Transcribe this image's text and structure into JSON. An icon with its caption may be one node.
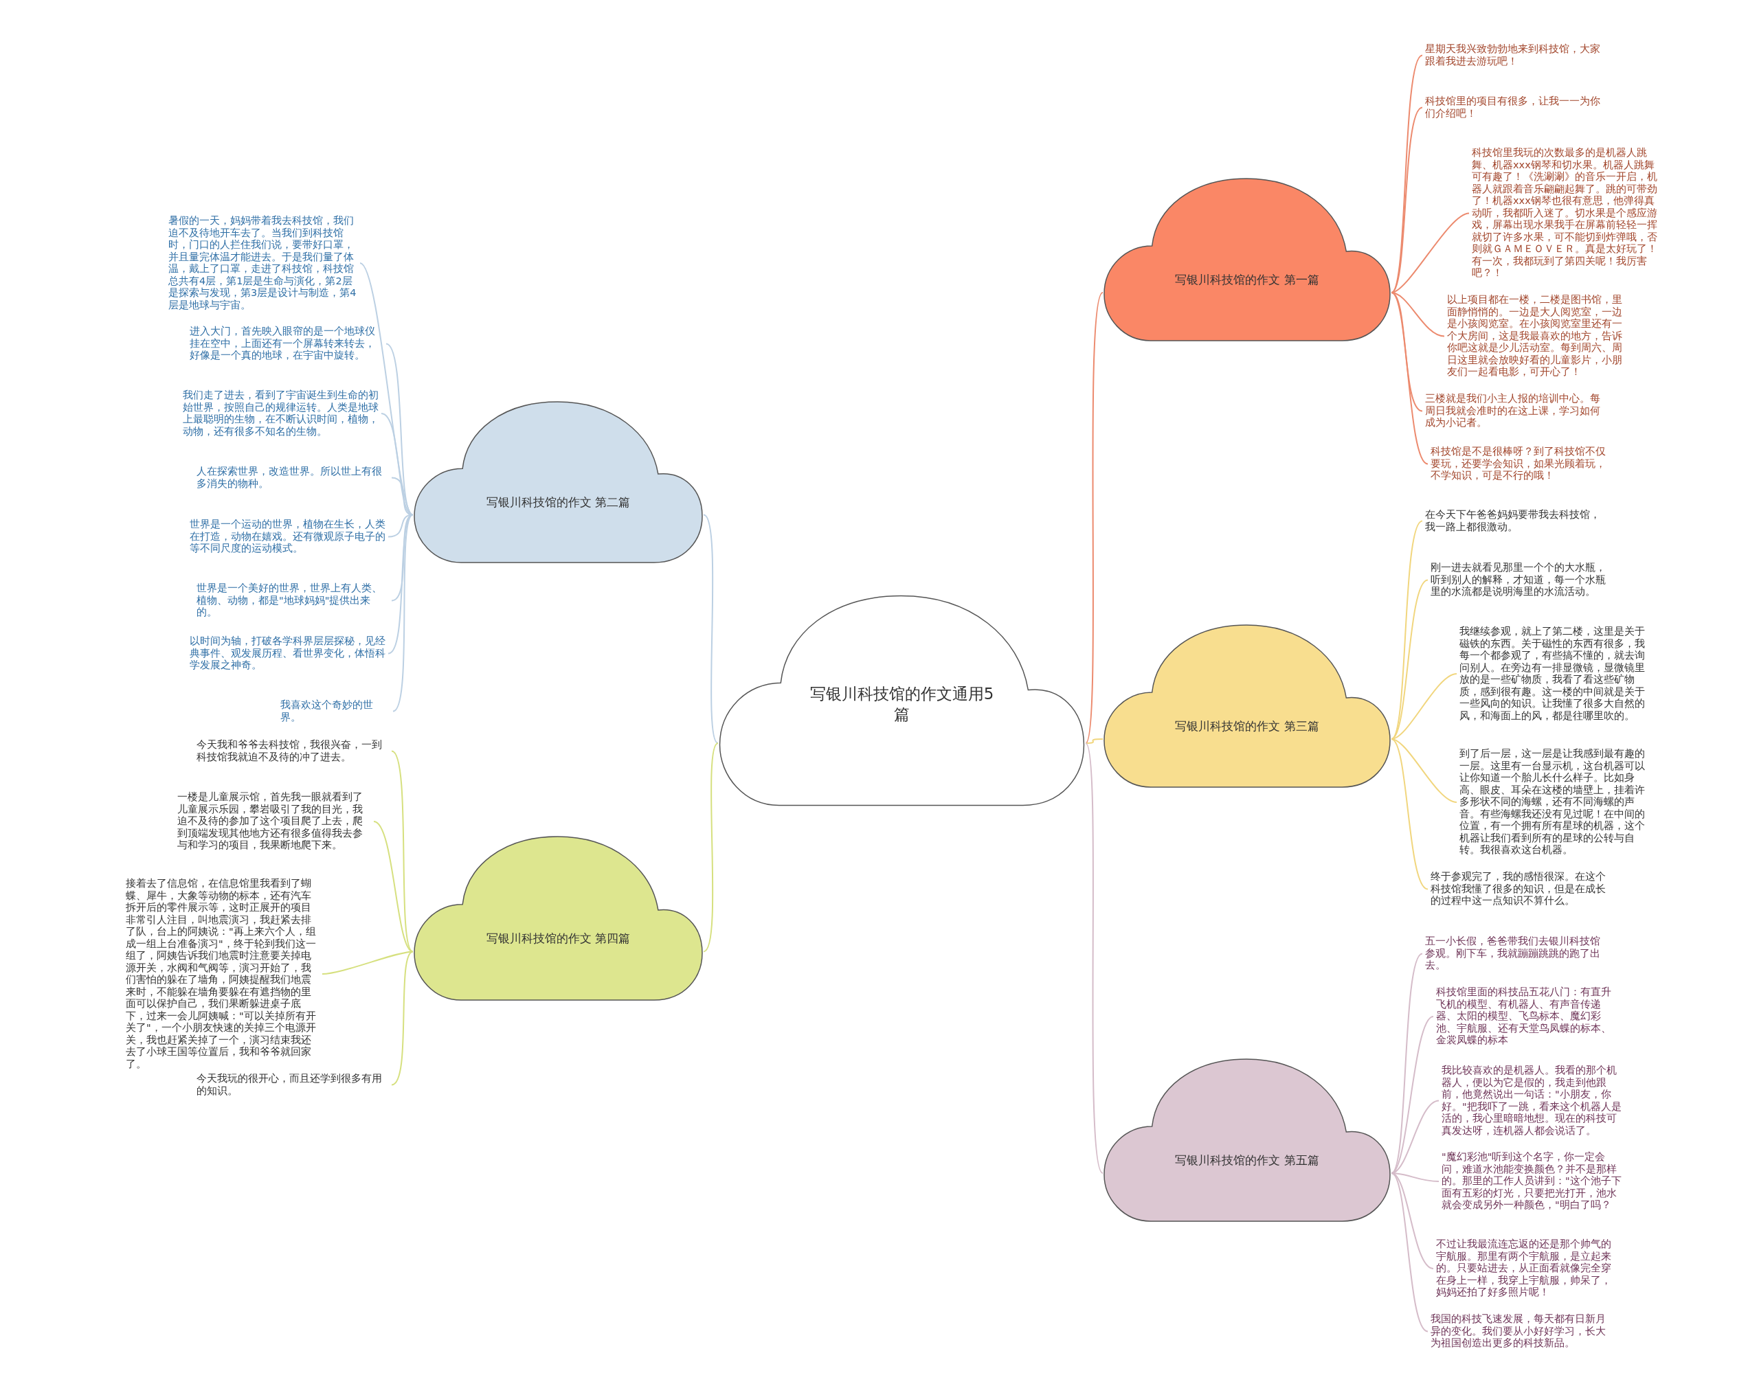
{
  "diagram": {
    "nodes": [
      {
        "text": [
          "写银川科技馆的作文通用5篇"
        ]
      },
      {
        "text": [
          "写银川科技馆的作文 第一篇"
        ]
      },
      {
        "text": [
          "星期天我兴致勃勃地来到科技馆，大家跟着我进去游玩吧！"
        ]
      },
      {
        "text": [
          "科技馆里的项目有很多，让我一一为你们介绍吧！"
        ]
      },
      {
        "text": [
          "科技馆里我玩的次数最多的是机器人跳舞、机器xxx钢琴和切水果。机器人跳舞可有趣了！《洗涮涮》的音乐一开启，机器人就跟着音乐翩翩起舞了。跳的可带劲了！机器xxx钢琴也很有意思，他弹得真动听，我都听入迷了。切水果是个感应游戏，屏幕出现水果我手在屏幕前轻轻一挥就切了许多水果，可不能切到炸弹哦，否则就ＧＡＭＥＯＶＥＲ。真是太好玩了！有一次，我都玩到了第四关呢！我厉害吧？！"
        ]
      },
      {
        "text": [
          "以上项目都在一楼，二楼是图书馆，里面静悄悄的。一边是大人阅览室，一边是小孩阅览室。在小孩阅览室里还有一个大房间，这是我最喜欢的地方，告诉你吧这就是少儿活动室。每到周六、周日这里就会放映好看的儿童影片，小朋友们一起看电影，可开心了！"
        ]
      },
      {
        "text": [
          "三楼就是我们小主人报的培训中心。每周日我就会准时的在这上课，学习如何成为小记者。"
        ]
      },
      {
        "text": [
          "科技馆是不是很棒呀？到了科技馆不仅要玩，还要学会知识，如果光顾着玩，不学知识，可是不行的哦！"
        ]
      },
      {
        "text": [
          "写银川科技馆的作文 第二篇"
        ]
      },
      {
        "text": [
          "暑假的一天，妈妈带着我去科技馆，我们迫不及待地开车去了。当我们到科技馆时，门口的人拦住我们说，要带好口罩，并且量完体温才能进去。于是我们量了体温，戴上了口罩，走进了科技馆，科技馆总共有4层，第1层是生命与演化，第2层是探索与发现，第3层是设计与制造，第4层是地球与宇宙。"
        ]
      },
      {
        "text": [
          "进入大门，首先映入眼帘的是一个地球仪挂在空中，上面还有一个屏幕转来转去，好像是一个真的地球，在宇宙中旋转。"
        ]
      },
      {
        "text": [
          "我们走了进去，看到了宇宙诞生到生命的初始世界，按照自己的规律运转。人类是地球上最聪明的生物，在不断认识时间，植物，动物，还有很多不知名的生物。"
        ]
      },
      {
        "text": [
          "人在探索世界，改造世界。所以世上有很多消失的物种。"
        ]
      },
      {
        "text": [
          "世界是一个运动的世界，植物在生长，人类在打造，动物在嬉戏。还有微观原子电子的等不同尺度的运动模式。"
        ]
      },
      {
        "text": [
          "世界是一个美好的世界，世界上有人类、植物、动物，都是\"地球妈妈\"提供出来的。"
        ]
      },
      {
        "text": [
          "以时间为轴，打破各学科界层层探秘，见经典事件、观发展历程、看世界变化，体悟科学发展之神奇。"
        ]
      },
      {
        "text": [
          "我喜欢这个奇妙的世界。"
        ]
      },
      {
        "text": [
          "写银川科技馆的作文 第三篇"
        ]
      },
      {
        "text": [
          "在今天下午爸爸妈妈要带我去科技馆，我一路上都很激动。"
        ]
      },
      {
        "text": [
          "刚一进去就看见那里一个个的大水瓶，听到别人的解释，才知道，每一个水瓶里的水流都是说明海里的水流活动。"
        ]
      },
      {
        "text": [
          "我继续参观，就上了第二楼，这里是关于磁铁的东西。关于磁性的东西有很多，我每一个都参观了，有些搞不懂的，就去询问别人。在旁边有一排显微镜，显微镜里放的是一些矿物质，我看了看这些矿物质，感到很有趣。这一楼的中间就是关于一些风向的知识。让我懂了很多大自然的风，和海面上的风，都是往哪里吹的。"
        ]
      },
      {
        "text": [
          "到了后一层，这一层是让我感到最有趣的一层。这里有一台显示机，这台机器可以让你知道一个胎儿长什么样子。比如身高、眼皮、耳朵在这楼的墙壁上，挂着许多形状不同的海螺，还有不同海螺的声音。有些海螺我还没有见过呢！在中间的位置，有一个拥有所有星球的机器，这个机器让我们看到所有的星球的公转与自转。我很喜欢这台机器。"
        ]
      },
      {
        "text": [
          "终于参观完了，我的感悟很深。在这个科技馆我懂了很多的知识，但是在成长的过程中这一点知识不算什么。"
        ]
      },
      {
        "text": [
          "写银川科技馆的作文 第四篇"
        ]
      },
      {
        "text": [
          "今天我和爷爷去科技馆，我很兴奋，一到科技馆我就迫不及待的冲了进去。"
        ]
      },
      {
        "text": [
          "一楼是儿童展示馆，首先我一眼就看到了儿童展示乐园，攀岩吸引了我的目光，我迫不及待的参加了这个项目爬了上去，爬到顶端发现其他地方还有很多值得我去参与和学习的项目，我果断地爬下来。"
        ]
      },
      {
        "text": [
          "接着去了信息馆，在信息馆里我看到了蝴蝶、犀牛，大象等动物的标本，还有汽车拆开后的零件展示等，这时正展开的项目非常引人注目，叫地震演习，我赶紧去排了队，台上的阿姨说：\"再上来六个人，组成一组上台准备演习\"，终于轮到我们这一组了，阿姨告诉我们地震时注意要关掉电源开关，水阀和气阀等，演习开始了，我们害怕的躲在了墙角，阿姨提醒我们地震来时，不能躲在墙角要躲在有遮挡物的里面可以保护自己，我们果断躲进桌子底下，过来一会儿阿姨喊：\"可以关掉所有开关了\"，一个小朋友快速的关掉三个电源开关，我也赶紧关掉了一个，演习结束我还去了小球王国等位置后，我和爷爷就回家了。"
        ]
      },
      {
        "text": [
          "今天我玩的很开心，而且还学到很多有用的知识。"
        ]
      },
      {
        "text": [
          "写银川科技馆的作文 第五篇"
        ]
      },
      {
        "text": [
          "五一小长假，爸爸带我们去银川科技馆参观。刚下车，我就蹦蹦跳跳的跑了出去。"
        ]
      },
      {
        "text": [
          "科技馆里面的科技品五花八门：有直升飞机的模型、有机器人、有声音传递器、太阳的模型、飞鸟标本、魔幻彩池、宇航服、还有天堂鸟凤蝶的标本、金裳凤蝶的标本"
        ]
      },
      {
        "text": [
          "我比较喜欢的是机器人。我看的那个机器人，便以为它是假的，我走到他跟前，他竟然说出一句话：\"小朋友，你好。\"把我吓了一跳，看来这个机器人是活的，我心里暗暗地想。现在的科技可真发达呀，连机器人都会说话了。"
        ]
      },
      {
        "text": [
          "\"魔幻彩池\"听到这个名字，你一定会问，难道水池能变换颜色？并不是那样的。那里的工作人员讲到：\"这个池子下面有五彩的灯光，只要把光打开，池水就会变成另外一种颜色，\"明白了吗？"
        ]
      },
      {
        "text": [
          "不过让我最流连忘返的还是那个帅气的宇航服。那里有两个宇航服，是立起来的。只要站进去，从正面看就像完全穿在身上一样，我穿上宇航服，帅呆了，妈妈还拍了好多照片呢！"
        ]
      },
      {
        "text": [
          "我国的科技飞速发展，每天都有日新月异的变化。我们要从小好好学习，长大为祖国创造出更多的科技新品。"
        ]
      }
    ],
    "edges": [
      {
        "from": 0,
        "to": 1,
        "arrow": "none",
        "color": "#ec8a6e"
      },
      {
        "from": 1,
        "to": 2,
        "arrow": "none",
        "color": "#ec8a6e"
      },
      {
        "from": 1,
        "to": 3,
        "arrow": "none",
        "color": "#ec8a6e"
      },
      {
        "from": 1,
        "to": 4,
        "arrow": "none",
        "color": "#ec8a6e"
      },
      {
        "from": 1,
        "to": 5,
        "arrow": "none",
        "color": "#ec8a6e"
      },
      {
        "from": 1,
        "to": 6,
        "arrow": "none",
        "color": "#ec8a6e"
      },
      {
        "from": 1,
        "to": 7,
        "arrow": "none",
        "color": "#ec8a6e"
      },
      {
        "from": 0,
        "to": 8,
        "arrow": "none",
        "color": "#bcd0e3"
      },
      {
        "from": 8,
        "to": 9,
        "arrow": "none",
        "color": "#bcd0e3"
      },
      {
        "from": 8,
        "to": 10,
        "arrow": "none",
        "color": "#bcd0e3"
      },
      {
        "from": 8,
        "to": 11,
        "arrow": "none",
        "color": "#bcd0e3"
      },
      {
        "from": 8,
        "to": 12,
        "arrow": "none",
        "color": "#bcd0e3"
      },
      {
        "from": 8,
        "to": 13,
        "arrow": "none",
        "color": "#bcd0e3"
      },
      {
        "from": 8,
        "to": 14,
        "arrow": "none",
        "color": "#bcd0e3"
      },
      {
        "from": 8,
        "to": 15,
        "arrow": "none",
        "color": "#bcd0e3"
      },
      {
        "from": 8,
        "to": 16,
        "arrow": "none",
        "color": "#bcd0e3"
      },
      {
        "from": 0,
        "to": 17,
        "arrow": "none",
        "color": "#f1d67e"
      },
      {
        "from": 17,
        "to": 18,
        "arrow": "none",
        "color": "#f1d67e"
      },
      {
        "from": 17,
        "to": 19,
        "arrow": "none",
        "color": "#f1d67e"
      },
      {
        "from": 17,
        "to": 20,
        "arrow": "none",
        "color": "#f1d67e"
      },
      {
        "from": 17,
        "to": 21,
        "arrow": "none",
        "color": "#f1d67e"
      },
      {
        "from": 17,
        "to": 22,
        "arrow": "none",
        "color": "#f1d67e"
      },
      {
        "from": 0,
        "to": 23,
        "arrow": "none",
        "color": "#d6e07f"
      },
      {
        "from": 23,
        "to": 24,
        "arrow": "none",
        "color": "#d6e07f"
      },
      {
        "from": 23,
        "to": 25,
        "arrow": "none",
        "color": "#d6e07f"
      },
      {
        "from": 23,
        "to": 26,
        "arrow": "none",
        "color": "#d6e07f"
      },
      {
        "from": 23,
        "to": 27,
        "arrow": "none",
        "color": "#d6e07f"
      },
      {
        "from": 0,
        "to": 28,
        "arrow": "none",
        "color": "#d5bcc9"
      },
      {
        "from": 28,
        "to": 29,
        "arrow": "none",
        "color": "#d5bcc9"
      },
      {
        "from": 28,
        "to": 30,
        "arrow": "none",
        "color": "#d5bcc9"
      },
      {
        "from": 28,
        "to": 31,
        "arrow": "none",
        "color": "#d5bcc9"
      },
      {
        "from": 28,
        "to": 32,
        "arrow": "none",
        "color": "#d5bcc9"
      },
      {
        "from": 28,
        "to": 33,
        "arrow": "none",
        "color": "#d5bcc9"
      },
      {
        "from": 28,
        "to": 34,
        "arrow": "none",
        "color": "#d5bcc9"
      }
    ]
  }
}
